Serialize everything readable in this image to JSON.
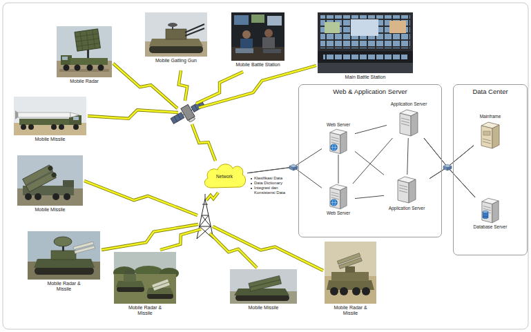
{
  "diagram": {
    "nodes": [
      {
        "text": [
          "Mobile Radar"
        ]
      },
      {
        "text": [
          "Mobile Gatling Gun"
        ]
      },
      {
        "text": [
          "Mobile Battle Station"
        ]
      },
      {
        "text": [
          "Main Battle Station"
        ]
      },
      {
        "text": [
          "Mobile Missile"
        ]
      },
      {
        "text": [
          "Network"
        ]
      },
      {
        "text": [
          "Web & Application Server"
        ]
      },
      {
        "text": [
          "Web Server"
        ],
        "in": 6
      },
      {
        "text": [
          "Application Server"
        ],
        "in": 6
      },
      {
        "text": [
          "Web Server"
        ],
        "in": 6
      },
      {
        "text": [
          "Application Server"
        ],
        "in": 6
      },
      {
        "text": [
          "Data Center"
        ]
      },
      {
        "text": [
          "Mainframe"
        ],
        "in": 11
      },
      {
        "text": [
          "Database Server"
        ],
        "in": 11
      },
      {
        "text": [
          "Mobile Missile"
        ]
      },
      {
        "text": [
          "Mobile Radar & Missile"
        ]
      },
      {
        "text": [
          "Mobile Radar & Missile"
        ]
      },
      {
        "text": [
          "Mobile Missile"
        ]
      },
      {
        "text": [
          "Mobile Radar & Missile"
        ]
      }
    ],
    "edges": [
      {
        "from": 5,
        "to": 7,
        "arrow": "none"
      },
      {
        "from": 5,
        "to": 9,
        "arrow": "none"
      },
      {
        "from": 7,
        "to": 8,
        "arrow": "none"
      },
      {
        "from": 7,
        "to": 10,
        "arrow": "none"
      },
      {
        "from": 9,
        "to": 8,
        "arrow": "none"
      },
      {
        "from": 9,
        "to": 10,
        "arrow": "none"
      },
      {
        "from": 7,
        "to": 9,
        "arrow": "none"
      },
      {
        "from": 8,
        "to": 10,
        "arrow": "none"
      },
      {
        "from": 8,
        "to": 12,
        "arrow": "none"
      },
      {
        "from": 8,
        "to": 13,
        "arrow": "none"
      },
      {
        "from": 10,
        "to": 12,
        "arrow": "none"
      },
      {
        "from": 10,
        "to": 13,
        "arrow": "none"
      }
    ],
    "labels": [
      "Klasifikasi Data",
      "Data Dictionary",
      "Integrasi dan Konsistensi Data"
    ]
  }
}
